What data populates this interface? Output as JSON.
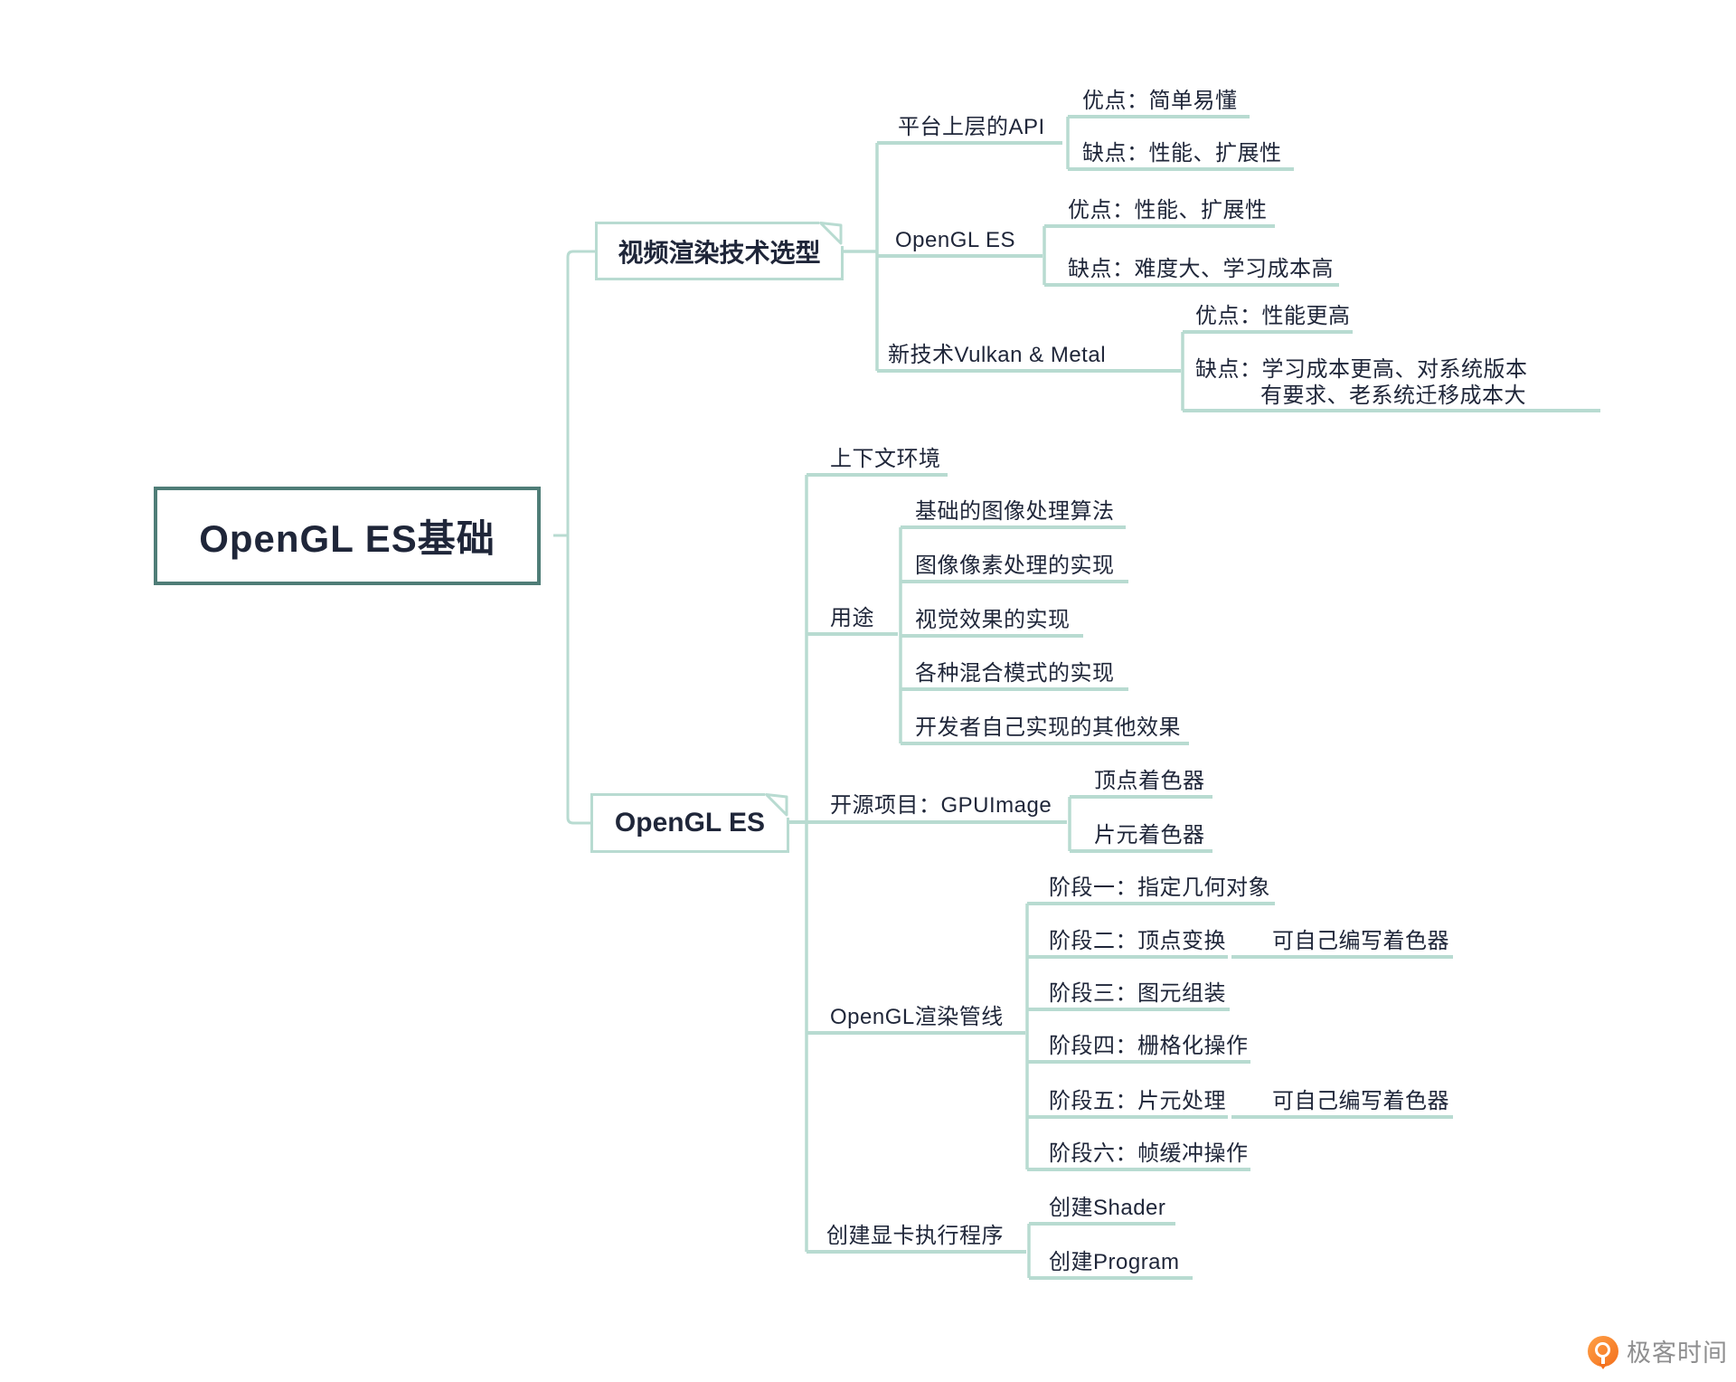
{
  "colors": {
    "connector_mint": "#b8dbd1",
    "root_border_teal": "#4f7d77",
    "text_navy": "#1f2639",
    "brand_orange": "#f3701d",
    "watermark_gray": "#8f8f90"
  },
  "mindmap": {
    "root": {
      "label": "OpenGL ES基础"
    },
    "branches": [
      {
        "label": "视频渲染技术选型",
        "children": [
          {
            "label": "平台上层的API",
            "children": [
              {
                "label": "优点：简单易懂"
              },
              {
                "label": "缺点：性能、扩展性"
              }
            ]
          },
          {
            "label": "OpenGL ES",
            "children": [
              {
                "label": "优点：性能、扩展性"
              },
              {
                "label": "缺点：难度大、学习成本高"
              }
            ]
          },
          {
            "label": "新技术Vulkan & Metal",
            "children": [
              {
                "label": "优点：性能更高"
              },
              {
                "label": "缺点：学习成本更高、对系统版本有要求、老系统迁移成本大"
              }
            ]
          }
        ]
      },
      {
        "label": "OpenGL ES",
        "children": [
          {
            "label": "上下文环境"
          },
          {
            "label": "用途",
            "children": [
              {
                "label": "基础的图像处理算法"
              },
              {
                "label": "图像像素处理的实现"
              },
              {
                "label": "视觉效果的实现"
              },
              {
                "label": "各种混合模式的实现"
              },
              {
                "label": "开发者自己实现的其他效果"
              }
            ]
          },
          {
            "label": "开源项目：GPUImage",
            "children": [
              {
                "label": "顶点着色器"
              },
              {
                "label": "片元着色器"
              }
            ]
          },
          {
            "label": "OpenGL渲染管线",
            "children": [
              {
                "label": "阶段一：指定几何对象"
              },
              {
                "label": "阶段二：顶点变换",
                "children": [
                  {
                    "label": "可自己编写着色器"
                  }
                ]
              },
              {
                "label": "阶段三：图元组装"
              },
              {
                "label": "阶段四：栅格化操作"
              },
              {
                "label": "阶段五：片元处理",
                "children": [
                  {
                    "label": "可自己编写着色器"
                  }
                ]
              },
              {
                "label": "阶段六：帧缓冲操作"
              }
            ]
          },
          {
            "label": "创建显卡执行程序",
            "children": [
              {
                "label": "创建Shader"
              },
              {
                "label": "创建Program"
              }
            ]
          }
        ]
      }
    ]
  },
  "watermark": {
    "brand": "极客时间"
  }
}
